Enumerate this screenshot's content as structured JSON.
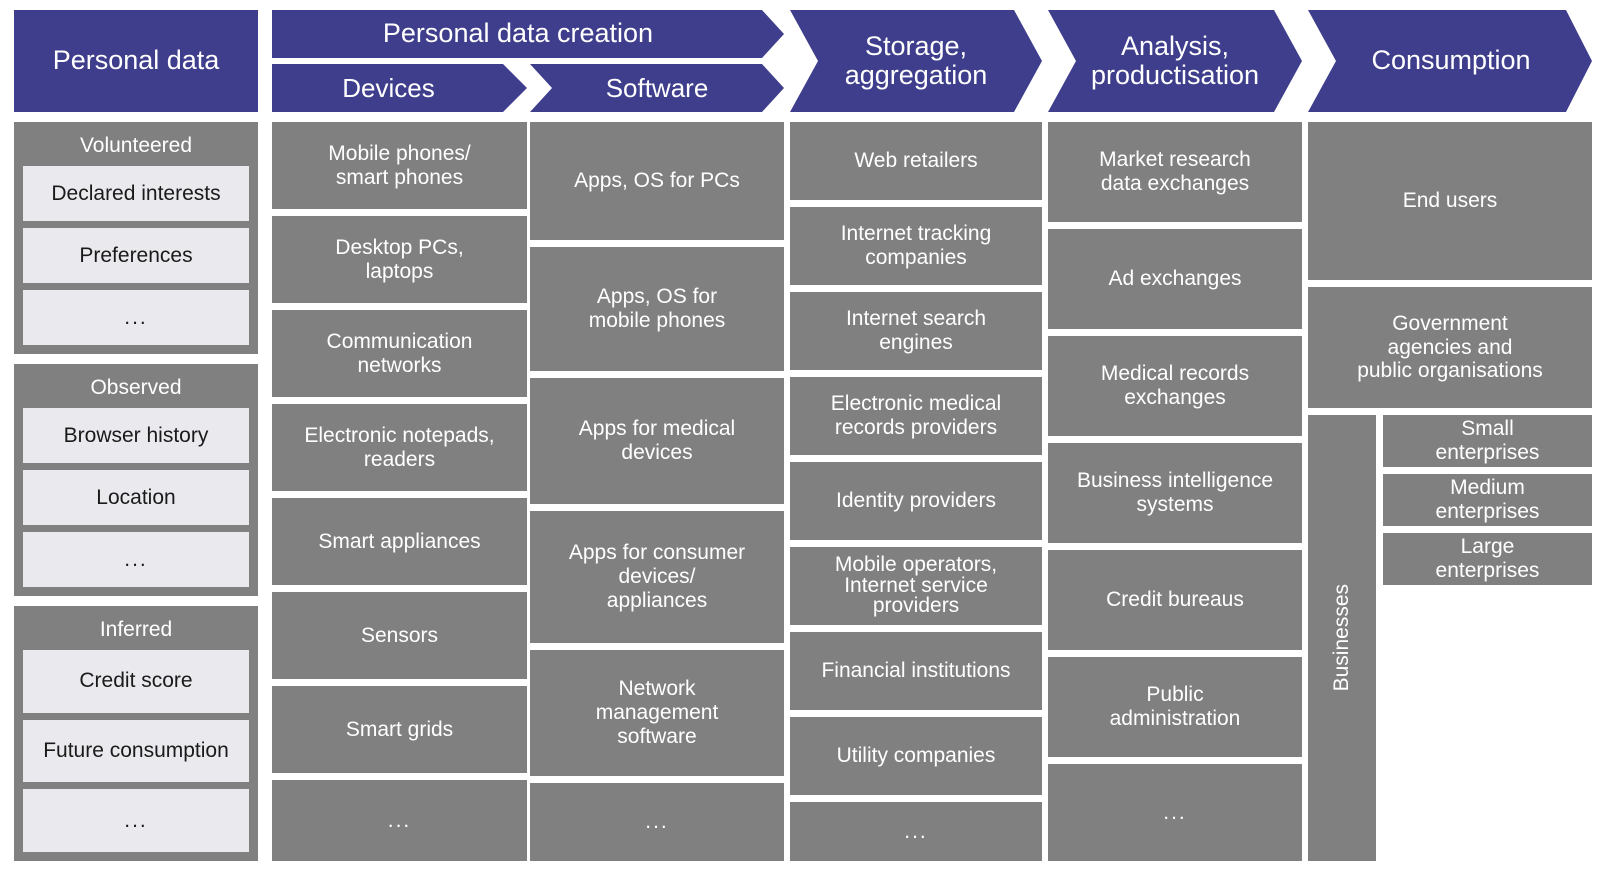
{
  "header": {
    "personal_data": "Personal data",
    "creation": "Personal data creation",
    "devices": "Devices",
    "software": "Software",
    "storage": "Storage,\naggregation",
    "analysis": "Analysis,\nproductisation",
    "consumption": "Consumption"
  },
  "colors": {
    "header_blue": "#3F3E8C",
    "box_gray": "#808080",
    "pill_light": "#EAEAEE",
    "text_on_gray": "#FFFFFF",
    "text_on_pill": "#1A1A1A",
    "background": "#FFFFFF"
  },
  "personal_data_groups": [
    {
      "title": "Volunteered",
      "items": [
        "Declared interests",
        "Preferences",
        "..."
      ]
    },
    {
      "title": "Observed",
      "items": [
        "Browser history",
        "Location",
        "..."
      ]
    },
    {
      "title": "Inferred",
      "items": [
        "Credit score",
        "Future consumption",
        "..."
      ]
    }
  ],
  "devices": [
    "Mobile phones/\nsmart phones",
    "Desktop PCs,\nlaptops",
    "Communication\nnetworks",
    "Electronic notepads,\nreaders",
    "Smart appliances",
    "Sensors",
    "Smart grids",
    "..."
  ],
  "software": [
    "Apps, OS for PCs",
    "Apps, OS for\nmobile phones",
    "Apps for medical\ndevices",
    "Apps for consumer\ndevices/\nappliances",
    "Network\nmanagement\nsoftware",
    "..."
  ],
  "storage": [
    "Web retailers",
    "Internet tracking\ncompanies",
    "Internet search\nengines",
    "Electronic medical\nrecords providers",
    "Identity providers",
    "Mobile operators,\nInternet service\nproviders",
    "Financial institutions",
    "Utility companies",
    "..."
  ],
  "analysis": [
    "Market research\ndata exchanges",
    "Ad exchanges",
    "Medical records\nexchanges",
    "Business intelligence\nsystems",
    "Credit bureaus",
    "Public\nadministration",
    "..."
  ],
  "consumption": {
    "top": [
      "End users",
      "Government\nagencies and\npublic organisations"
    ],
    "businesses_label": "Businesses",
    "enterprises": [
      "Small\nenterprises",
      "Medium\nenterprises",
      "Large\nenterprises"
    ]
  }
}
